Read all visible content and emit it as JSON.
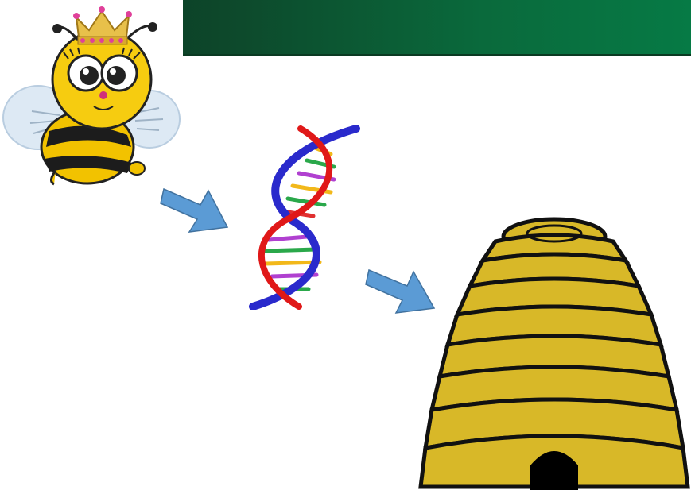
{
  "slide": {
    "header_color": "#0b5a35",
    "accent_arrow_color": "#5b9bd5",
    "images": [
      {
        "name": "queen-bee",
        "icon": "queen-bee-with-crown"
      },
      {
        "name": "dna",
        "icon": "dna-double-helix"
      },
      {
        "name": "beehive",
        "icon": "beehive-skep"
      }
    ],
    "arrows": [
      {
        "name": "arrow-bee-to-dna",
        "icon": "right-arrow"
      },
      {
        "name": "arrow-dna-to-hive",
        "icon": "right-arrow"
      }
    ]
  }
}
